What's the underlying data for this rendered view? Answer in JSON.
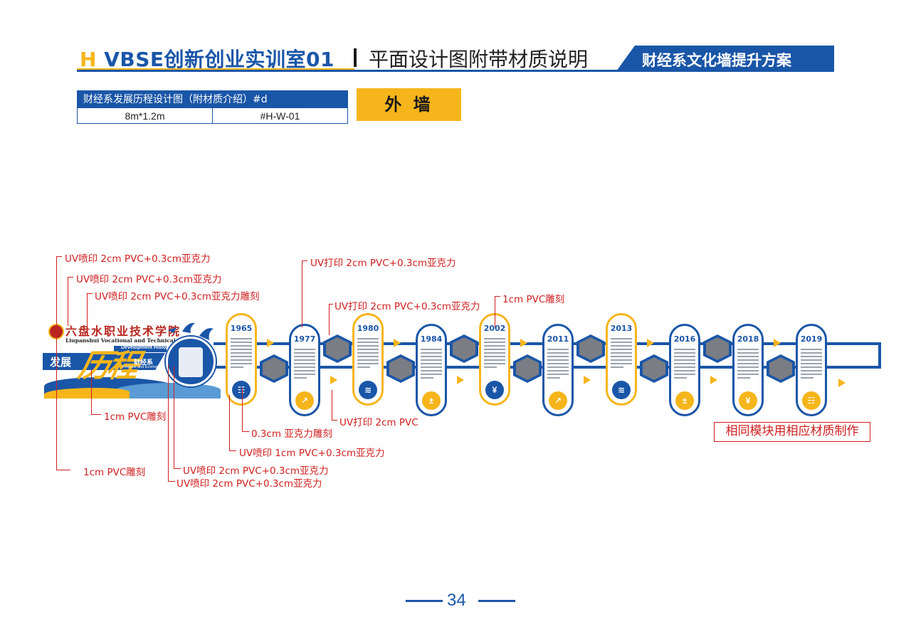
{
  "header": {
    "prefix": "H",
    "title": "VBSE创新创业实训室01",
    "subtitle": "平面设计图附带材质说明",
    "banner": "财经系文化墙提升方案"
  },
  "info": {
    "caption": "财经系发展历程设计图（附材质介绍）#d",
    "size": "8m*1.2m",
    "code": "#H-W-01",
    "wall_tag": "外 墙"
  },
  "design": {
    "school_name": "六盘水职业技术学院",
    "school_name_en": "Liupanshui Vocational and Technical College",
    "section_en": "Development History",
    "title_a": "发展",
    "title_b": "历程",
    "dept": "财经系",
    "dept_en": "Finance and Economics"
  },
  "timeline": [
    {
      "year": "1965",
      "style": "gold",
      "icon": "abacus-icon",
      "glyph": "☷"
    },
    {
      "year": "1977",
      "style": "blue",
      "icon": "chart-icon",
      "glyph": "↗"
    },
    {
      "year": "1980",
      "style": "gold",
      "icon": "coins-icon",
      "glyph": "≋"
    },
    {
      "year": "1984",
      "style": "blue",
      "icon": "calculator-icon",
      "glyph": "±"
    },
    {
      "year": "2002",
      "style": "gold",
      "icon": "yen-icon",
      "glyph": "¥"
    },
    {
      "year": "2011",
      "style": "blue",
      "icon": "chart-icon",
      "glyph": "↗"
    },
    {
      "year": "2013",
      "style": "gold",
      "icon": "coins-icon",
      "glyph": "≋"
    },
    {
      "year": "2016",
      "style": "blue",
      "icon": "calculator-icon",
      "glyph": "±"
    },
    {
      "year": "2018",
      "style": "blue",
      "icon": "yen-icon",
      "glyph": "¥"
    },
    {
      "year": "2019",
      "style": "blue",
      "icon": "abacus-icon",
      "glyph": "☷"
    }
  ],
  "annotations": {
    "a1": "UV喷印 2cm PVC+0.3cm亚克力",
    "a2": "UV喷印 2cm PVC+0.3cm亚克力",
    "a3": "UV喷印 2cm PVC+0.3cm亚克力雕刻",
    "a4": "UV打印 2cm PVC+0.3cm亚克力",
    "a5": "UV打印 2cm PVC+0.3cm亚克力",
    "a6": "1cm PVC雕刻",
    "a7": "1cm PVC雕刻",
    "a8": "0.3cm 亚克力雕刻",
    "a9": "UV打印 2cm PVC",
    "a10": "UV喷印 1cm PVC+0.3cm亚克力",
    "a11": "1cm PVC雕刻",
    "a12": "UV喷印 2cm PVC+0.3cm亚克力",
    "a13": "UV喷印 2cm PVC+0.3cm亚克力",
    "note": "相同模块用相应材质制作"
  },
  "page": {
    "number": "34"
  },
  "colors": {
    "brand_blue": "#1a56a8",
    "accent_gold": "#f6b51b",
    "annotation_red": "#d01f1f"
  }
}
